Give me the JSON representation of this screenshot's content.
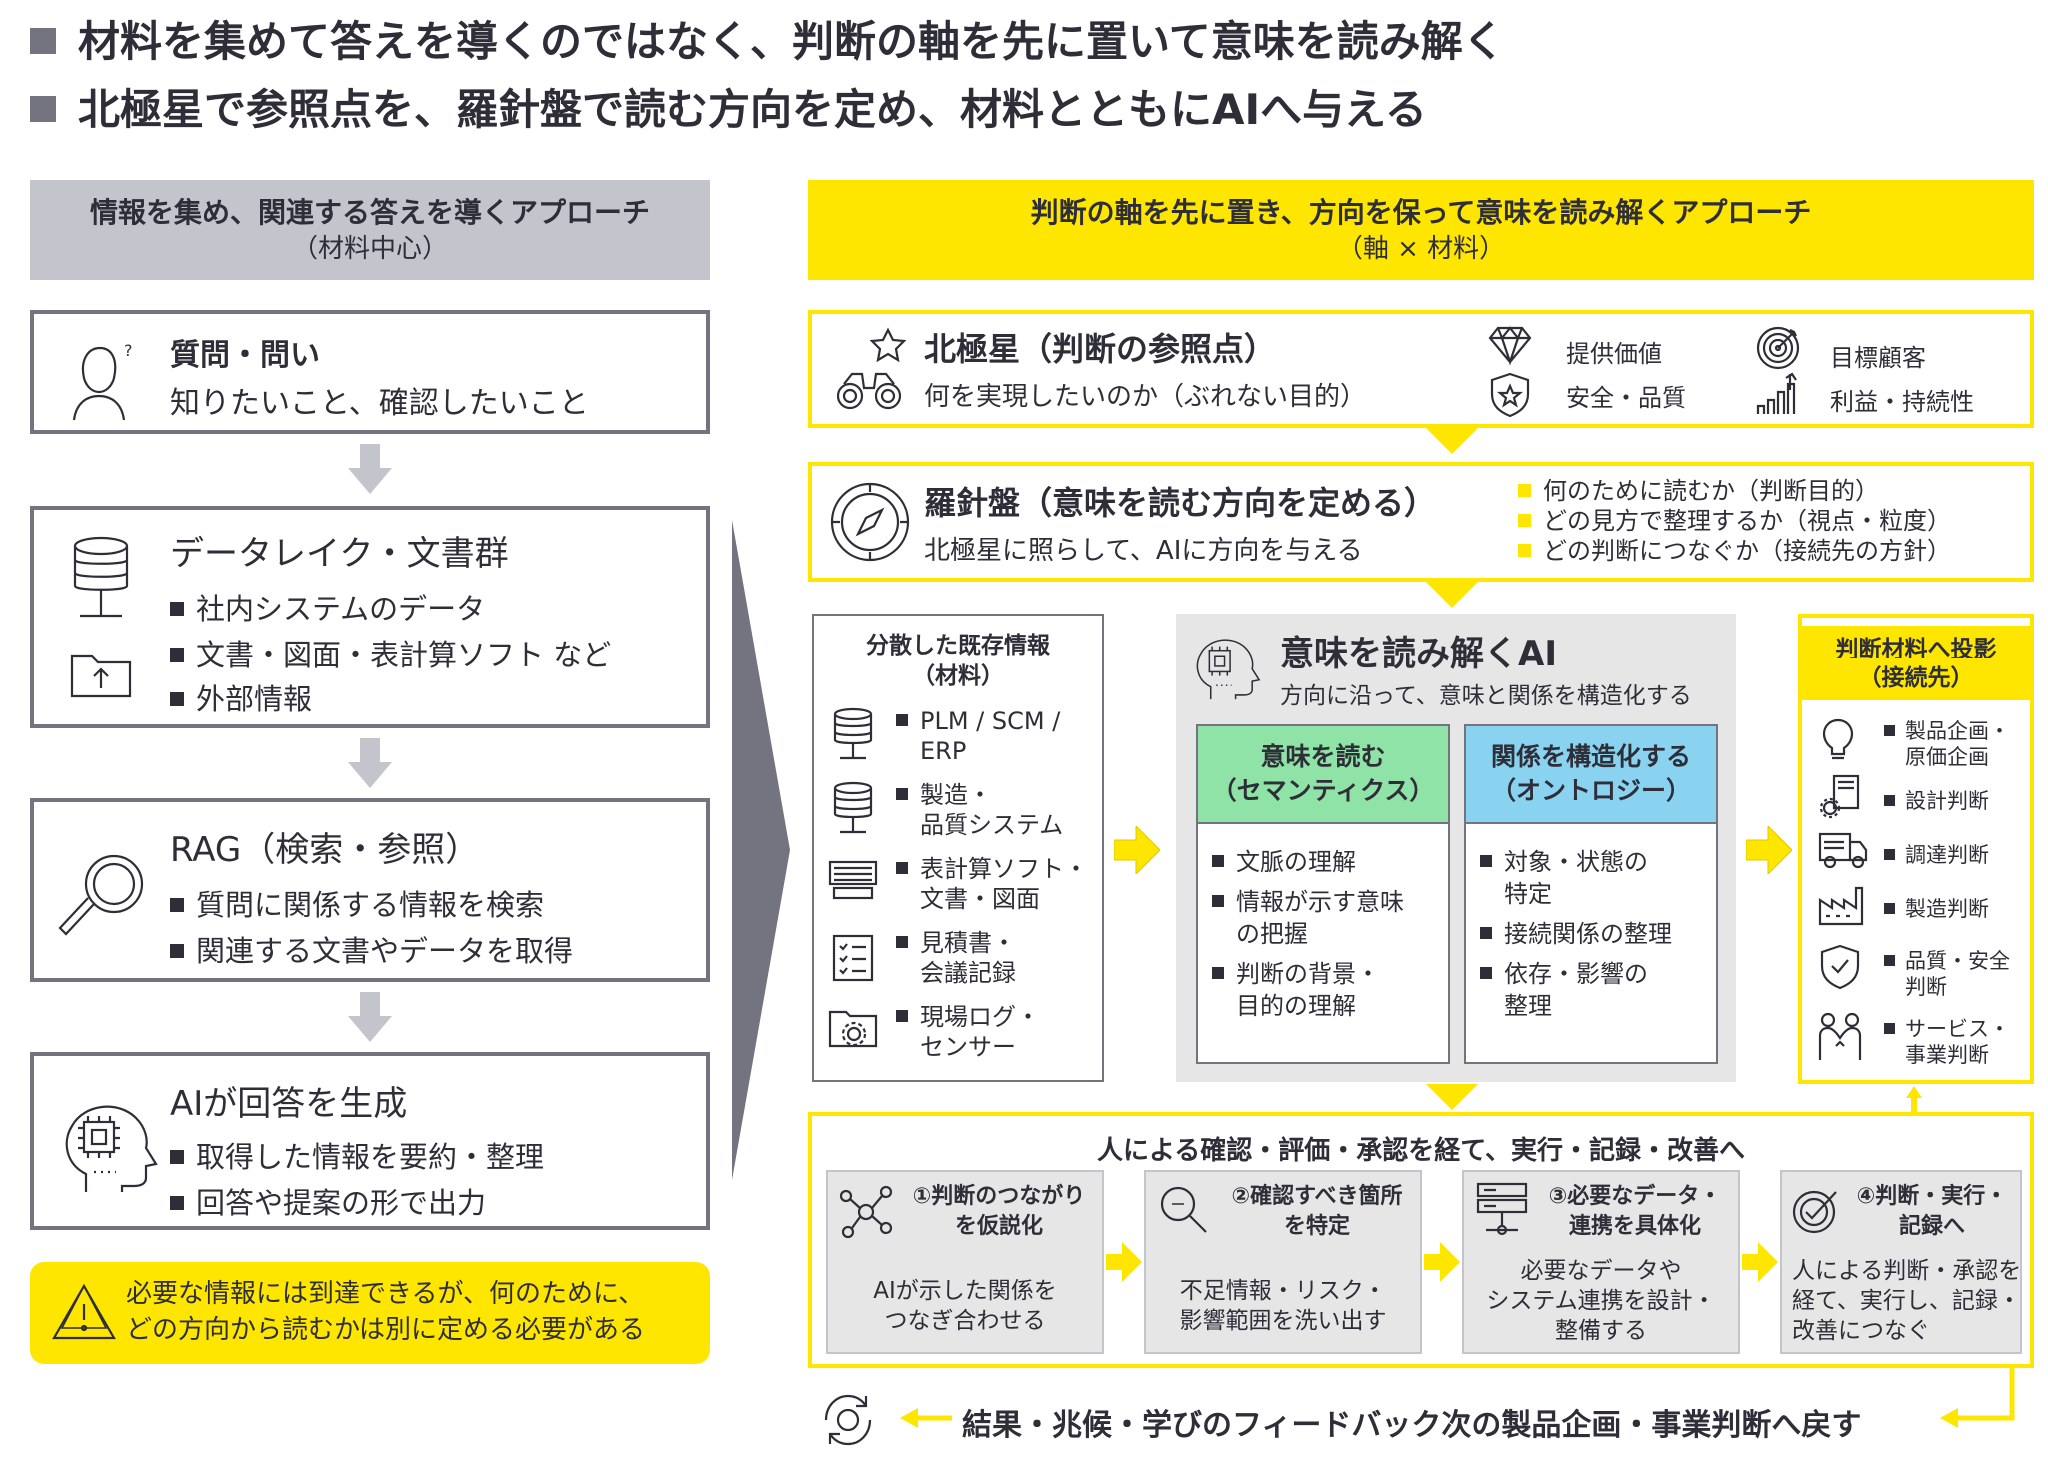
{
  "headline": [
    "材料を集めて答えを導くのではなく、判断の軸を先に置いて意味を読み解く",
    "北極星で参照点を、羅針盤で読む方向を定め、材料とともにAIへ与える"
  ],
  "left": {
    "header": {
      "title": "情報を集め、関連する答えを導くアプローチ",
      "sub": "（材料中心）"
    },
    "q": {
      "title": "質問・問い",
      "desc": "知りたいこと、確認したいこと"
    },
    "lake": {
      "title": "データレイク・文書群",
      "items": [
        "社内システムのデータ",
        "文書・図面・表計算ソフト など",
        "外部情報"
      ]
    },
    "rag": {
      "title": "RAG（検索・参照）",
      "items": [
        "質問に関係する情報を検索",
        "関連する文書やデータを取得"
      ]
    },
    "gen": {
      "title": "AIが回答を生成",
      "items": [
        "取得した情報を要約・整理",
        "回答や提案の形で出力"
      ]
    },
    "warn": [
      "必要な情報には到達できるが、何のために、",
      "どの方向から読むかは別に定める必要がある"
    ]
  },
  "right": {
    "header": {
      "title": "判断の軸を先に置き、方向を保って意味を読み解くアプローチ",
      "sub": "（軸 × 材料）"
    },
    "north": {
      "title": "北極星（判断の参照点）",
      "desc": "何を実現したいのか（ぶれない目的）",
      "tags": [
        "提供価値",
        "目標顧客",
        "安全・品質",
        "利益・持続性"
      ]
    },
    "compass": {
      "title": "羅針盤（意味を読む方向を定める）",
      "desc": "北極星に照らして、AIに方向を与える",
      "items": [
        "何のために読むか（判断目的）",
        "どの見方で整理するか（視点・粒度）",
        "どの判断につなぐか（接続先の方針）"
      ]
    },
    "scattered": {
      "title": "分散した既存情報",
      "sub": "（材料）",
      "items": [
        [
          "PLM / SCM /",
          "ERP"
        ],
        [
          "製造・",
          "品質システム"
        ],
        [
          "表計算ソフト・",
          "文書・図面"
        ],
        [
          "見積書・",
          "会議記録"
        ],
        [
          "現場ログ・",
          "センサー"
        ]
      ]
    },
    "ai": {
      "title": "意味を読み解くAI",
      "sub": "方向に沿って、意味と関係を構造化する",
      "sem": {
        "title": "意味を読む",
        "sub": "（セマンティクス）",
        "items": [
          [
            "文脈の理解"
          ],
          [
            "情報が示す意味",
            "の把握"
          ],
          [
            "判断の背景・",
            "目的の理解"
          ]
        ]
      },
      "ont": {
        "title": "関係を構造化する",
        "sub": "（オントロジー）",
        "items": [
          [
            "対象・状態の",
            "特定"
          ],
          [
            "接続関係の整理"
          ],
          [
            "依存・影響の",
            "整理"
          ]
        ]
      }
    },
    "proj": {
      "title": "判断材料へ投影",
      "sub": "（接続先）",
      "items": [
        [
          "製品企画・",
          "原価企画"
        ],
        [
          "設計判断"
        ],
        [
          "調達判断"
        ],
        [
          "製造判断"
        ],
        [
          "品質・安全",
          "判断"
        ],
        [
          "サービス・",
          "事業判断"
        ]
      ]
    },
    "human": {
      "title": "人による確認・評価・承認を経て、実行・記録・改善へ",
      "steps": [
        {
          "title": [
            "①判断のつながり",
            "を仮説化"
          ],
          "desc": [
            "AIが示した関係を",
            "つなぎ合わせる"
          ]
        },
        {
          "title": [
            "②確認すべき箇所",
            "を特定"
          ],
          "desc": [
            "不足情報・リスク・",
            "影響範囲を洗い出す"
          ]
        },
        {
          "title": [
            "③必要なデータ・",
            "連携を具体化"
          ],
          "desc": [
            "必要なデータや",
            "システム連携を設計・",
            "整備する"
          ]
        },
        {
          "title": [
            "④判断・実行・",
            "記録へ"
          ],
          "desc": [
            "人による判断・承認を",
            "経て、実行し、記録・",
            "改善につなぐ"
          ]
        }
      ]
    },
    "feedback": "結果・兆候・学びのフィードバック次の製品企画・事業判断へ戻す"
  },
  "colors": {
    "yellow": "#ffe600",
    "gray": "#747480",
    "green": "#8fe3a6",
    "blue": "#8ad3f0",
    "text": "#2e2e38"
  }
}
